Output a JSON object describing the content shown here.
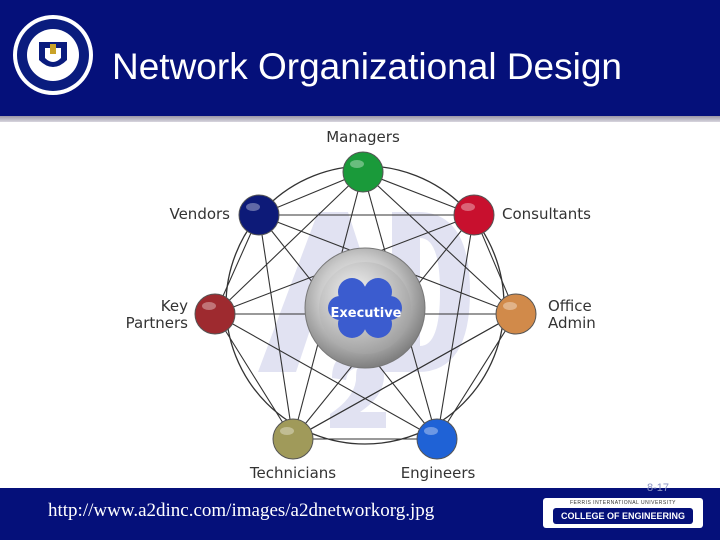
{
  "slide": {
    "title": "Network Organizational Design",
    "url": "http://www.a2dinc.com/images/a2dnetworkorg.jpg",
    "slide_number": "8-17",
    "college_label": "COLLEGE OF ENGINEERING",
    "college_small": "FERRIS INTERNATIONAL UNIVERSITY"
  },
  "diagram": {
    "center": "Executive",
    "watermark": "A2D",
    "nodes": [
      {
        "label": "Managers",
        "color": "#1a9a3a"
      },
      {
        "label": "Consultants",
        "color": "#c8102e"
      },
      {
        "label": "Office",
        "label2": "Admin",
        "color": "#d18a4a"
      },
      {
        "label": "Engineers",
        "color": "#1f62d6"
      },
      {
        "label": "Technicians",
        "color": "#a09a5a"
      },
      {
        "label": "Key",
        "label2": "Partners",
        "color": "#9e2a2f"
      },
      {
        "label": "Vendors",
        "color": "#0d1a78"
      }
    ]
  }
}
